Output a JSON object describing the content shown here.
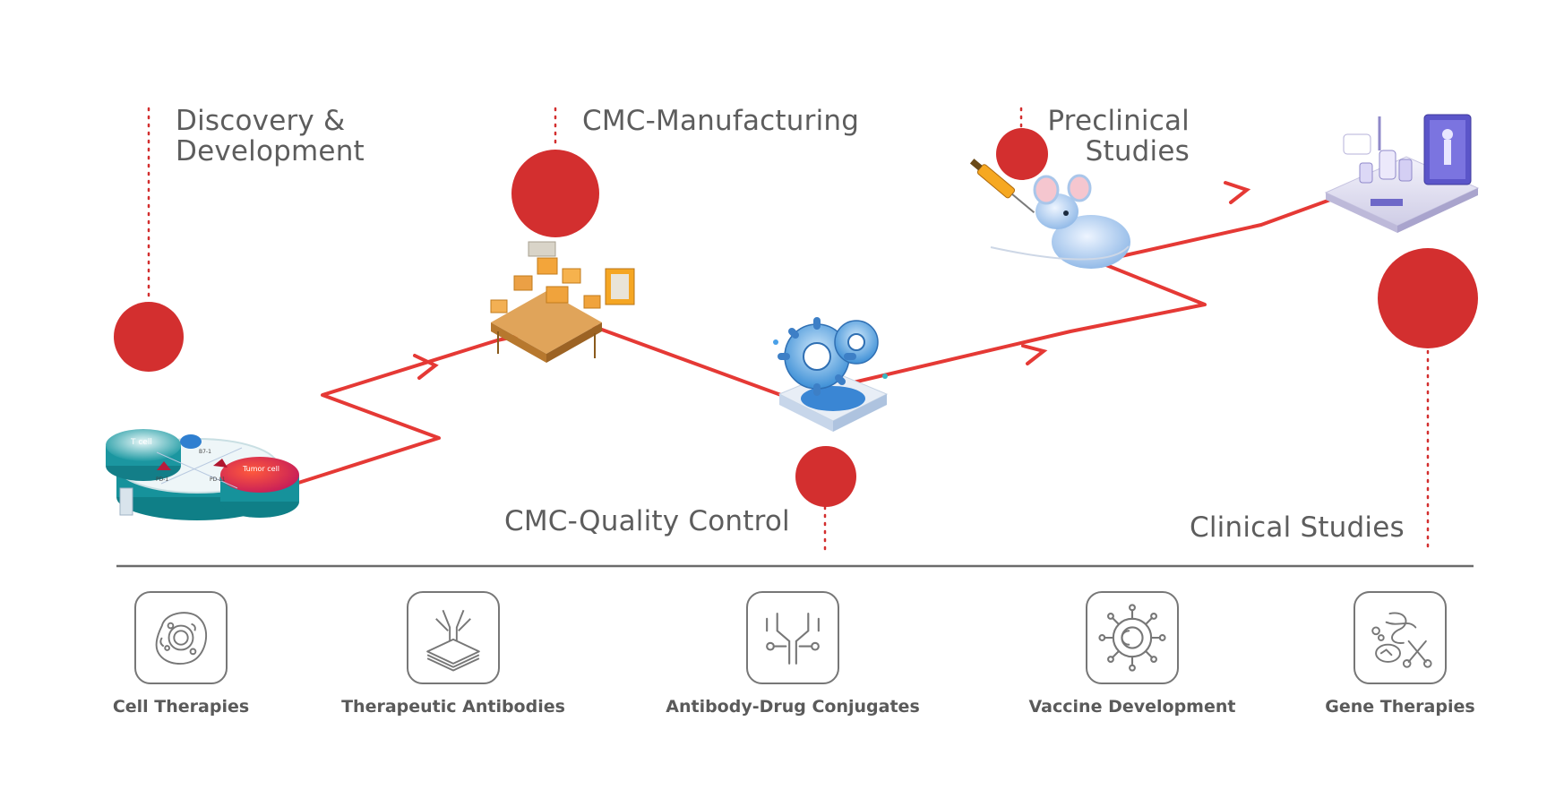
{
  "stages": [
    {
      "key": "discovery",
      "lines": [
        "Discovery &",
        "Development"
      ]
    },
    {
      "key": "manufacturing",
      "lines": [
        "CMC-Manufacturing"
      ]
    },
    {
      "key": "preclinical",
      "lines": [
        "Preclinical",
        "Studies"
      ]
    },
    {
      "key": "quality",
      "lines": [
        "CMC-Quality Control"
      ]
    },
    {
      "key": "clinical",
      "lines": [
        "Clinical Studies"
      ]
    }
  ],
  "illustrations": {
    "cell_labels": [
      "T cell",
      "Tumor cell",
      "B7-1",
      "PD-1",
      "PD-L1"
    ]
  },
  "categories": [
    {
      "label": "Cell Therapies",
      "icon": "cell-icon"
    },
    {
      "label": "Therapeutic Antibodies",
      "icon": "antibody-stack-icon"
    },
    {
      "label": "Antibody-Drug Conjugates",
      "icon": "antibody-conjugate-icon"
    },
    {
      "label": "Vaccine Development",
      "icon": "virus-icon"
    },
    {
      "label": "Gene Therapies",
      "icon": "gene-scissors-icon"
    }
  ],
  "colors": {
    "accent_red": "#d32f2f",
    "path_red": "#e53935",
    "text_gray": "#5d5d5d",
    "icon_gray": "#777777"
  }
}
